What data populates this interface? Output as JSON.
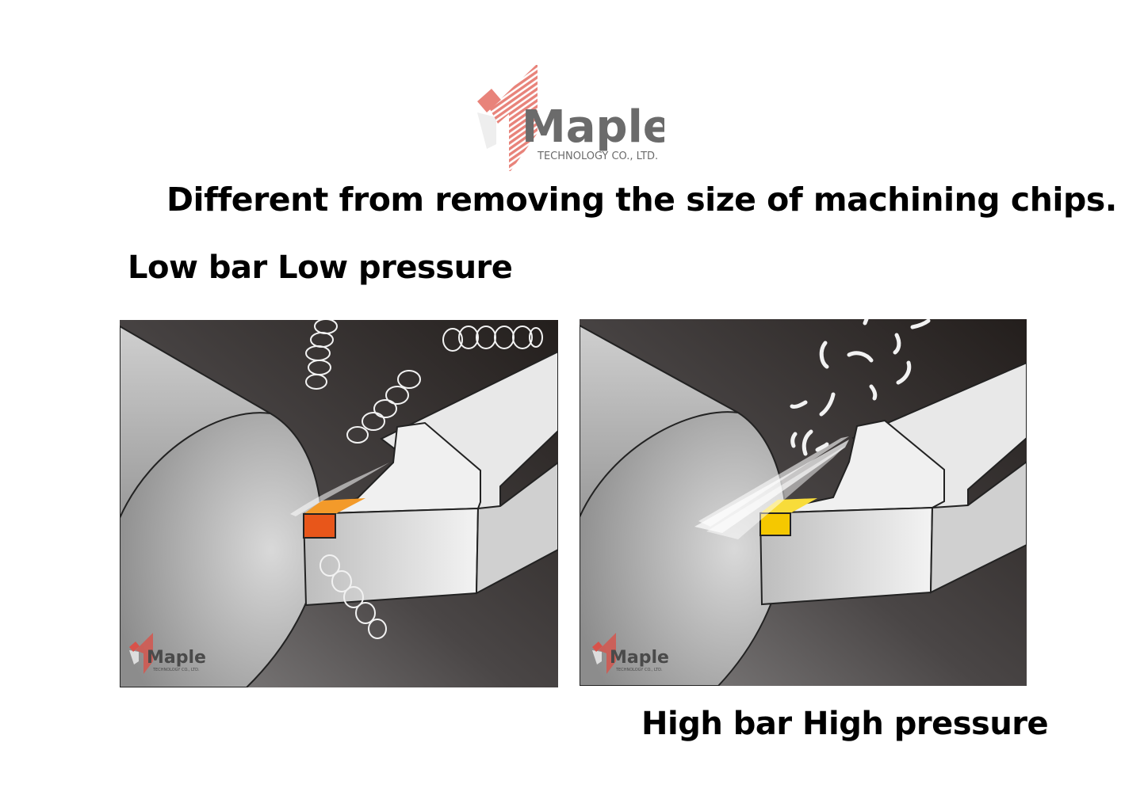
{
  "logo": {
    "name": "Maple",
    "subtitle": "TECHNOLOGY CO., LTD."
  },
  "title": "Different from removing the size of machining chips.",
  "panels": {
    "left": {
      "label": "Low bar Low pressure",
      "insert_color": "#e8561a",
      "chip_style": "curled"
    },
    "right": {
      "label": "High bar High pressure",
      "insert_color": "#f5c800",
      "chip_style": "broken"
    }
  },
  "colors": {
    "logo_red": "#e8837a",
    "logo_gray": "#6b6b6b"
  }
}
